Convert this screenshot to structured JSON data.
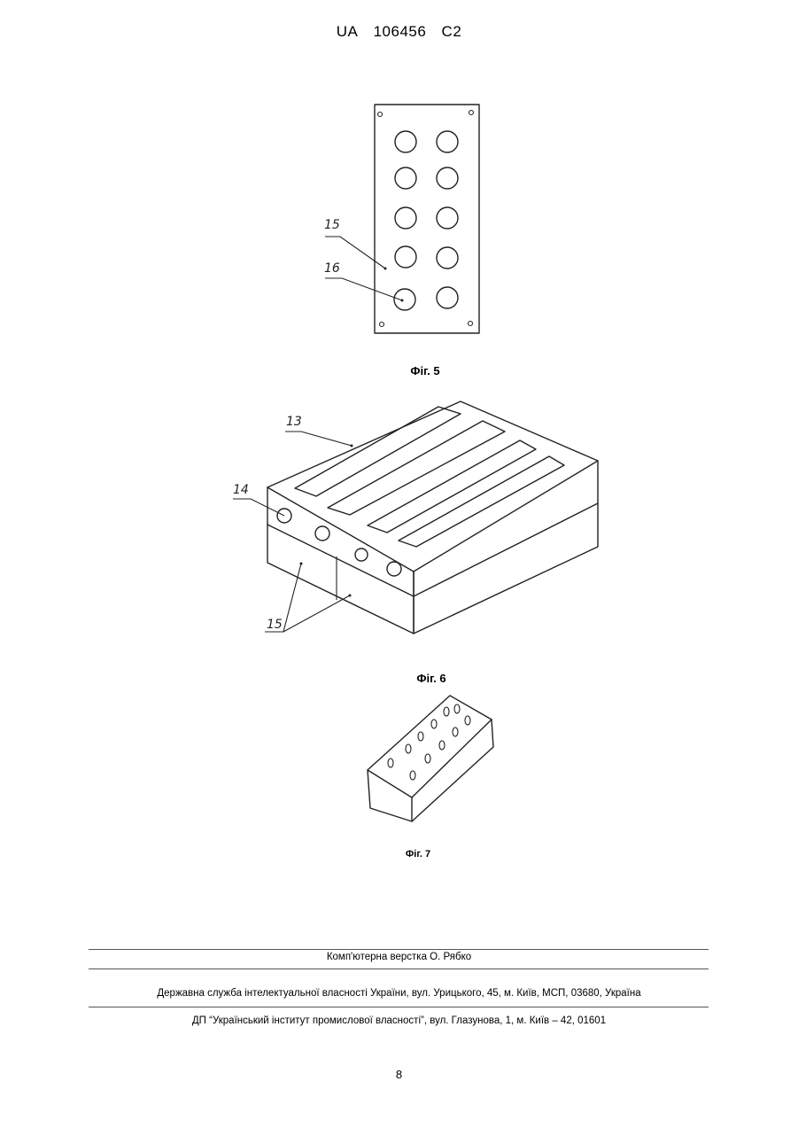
{
  "header": {
    "country": "UA",
    "number": "106456",
    "kind": "C2"
  },
  "figures": [
    {
      "caption": "Фіг. 5",
      "labels": [
        "15",
        "16"
      ]
    },
    {
      "caption": "Фіг. 6",
      "labels": [
        "13",
        "14",
        "15"
      ]
    },
    {
      "caption": "Фіг. 7",
      "labels": []
    }
  ],
  "footer": {
    "layout": "Комп'ютерна верстка О. Рябко",
    "service": "Державна служба інтелектуальної власності України, вул. Урицького, 45, м. Київ, МСП, 03680, Україна",
    "institute": "ДП “Український інститут промислової власності”, вул. Глазунова, 1, м. Київ – 42, 01601"
  },
  "page_number": "8"
}
